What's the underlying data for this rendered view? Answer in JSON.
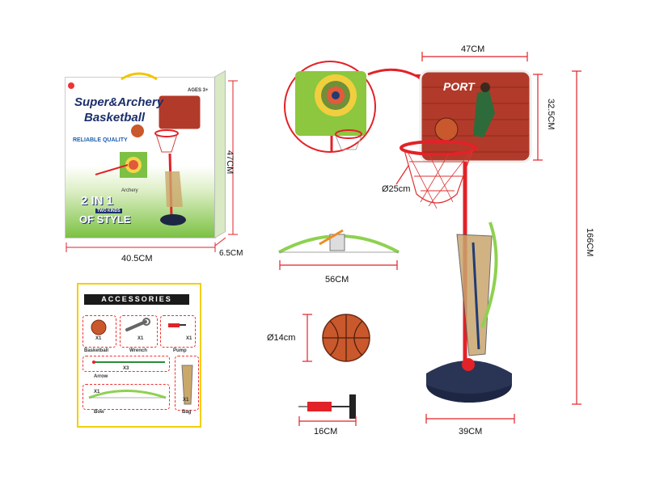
{
  "dimensions": {
    "hoop_width": "47CM",
    "hoop_height": "32.5CM",
    "total_height": "166CM",
    "rim_diameter": "Ø25cm",
    "base_width": "39CM",
    "box_width": "40.5CM",
    "box_height": "47CM",
    "box_depth": "6.5CM",
    "bow_length": "56CM",
    "ball_diameter": "Ø14cm",
    "pump_length": "16CM"
  },
  "package": {
    "title_line1": "Super&Archery",
    "title_line2": "Basketball",
    "quality": "RELIABLE QUALITY",
    "badge_2in1": "2 IN 1",
    "badge_two_kinds": "TWO KINDS",
    "badge_of_style": "OF STYLE",
    "ages": "AGES 3+",
    "archery": "Archery"
  },
  "accessories": {
    "title": "ACCESSORIES",
    "items": [
      {
        "label": "Basketball",
        "qty": "X1"
      },
      {
        "label": "Wrench",
        "qty": "X1"
      },
      {
        "label": "Pump",
        "qty": "X1"
      },
      {
        "label": "Arrow",
        "qty": "X3"
      },
      {
        "label": "Bow",
        "qty": "X1"
      },
      {
        "label": "Bag",
        "qty": "X1"
      }
    ]
  },
  "colors": {
    "accent_red": "#e22228",
    "backboard_brick": "#b23a2a",
    "base_navy": "#1d2744",
    "bow_green": "#8fd14f"
  }
}
